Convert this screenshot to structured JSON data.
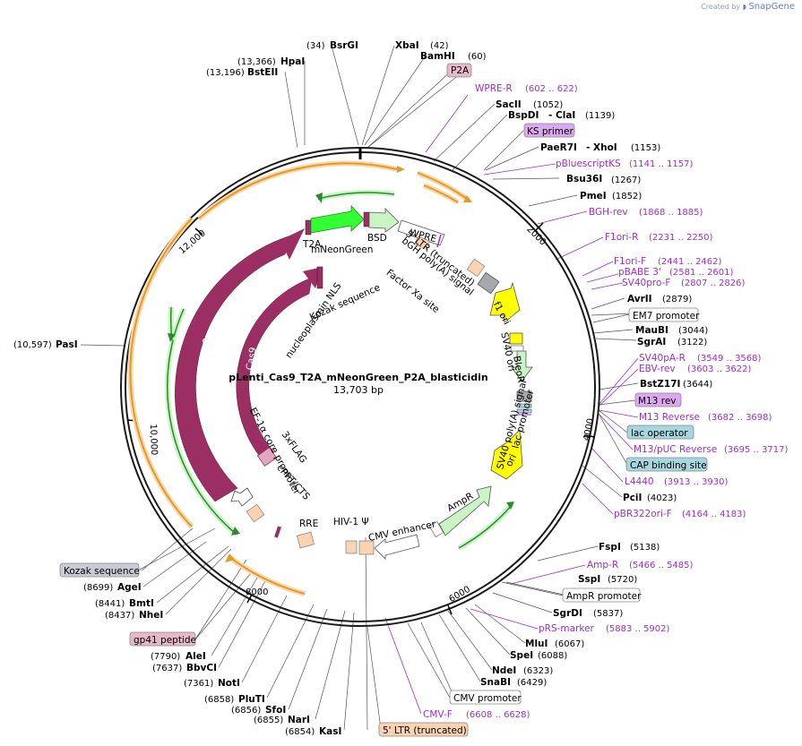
{
  "brand": {
    "prefix": "Created by",
    "name": "SnapGene"
  },
  "plasmid": {
    "name": "pLenti_Cas9_T2A_mNeonGreen_P2A_blasticidin",
    "size_label": "13,703 bp",
    "length": 13703
  },
  "ticks": [
    "2000",
    "4000",
    "6000",
    "8000",
    "10,000",
    "12,000"
  ],
  "sites_right": [
    {
      "name": "BsrGI",
      "pos": "(34)"
    },
    {
      "name": "XbaI",
      "pos": "(42)"
    },
    {
      "name": "BamHI",
      "pos": "(60)"
    },
    {
      "name": "SacII",
      "pos": "(1052)"
    },
    {
      "name": "BspDI",
      "pos": "(1139)"
    },
    {
      "name": "- ClaI",
      "pos": ""
    },
    {
      "name": "PaeR7I",
      "pos": "(1153)"
    },
    {
      "name": "- XhoI",
      "pos": ""
    },
    {
      "name": "Bsu36I",
      "pos": "(1267)"
    },
    {
      "name": "PmeI",
      "pos": "(1852)"
    },
    {
      "name": "AvrII",
      "pos": "(2879)"
    },
    {
      "name": "MauBI",
      "pos": "(3044)"
    },
    {
      "name": "SgrAI",
      "pos": "(3122)"
    },
    {
      "name": "BstZ17I",
      "pos": "(3644)"
    },
    {
      "name": "PciI",
      "pos": "(4023)"
    },
    {
      "name": "FspI",
      "pos": "(5138)"
    },
    {
      "name": "SspI",
      "pos": "(5720)"
    },
    {
      "name": "SgrDI",
      "pos": "(5837)"
    },
    {
      "name": "MluI",
      "pos": "(6067)"
    },
    {
      "name": "SpeI",
      "pos": "(6088)"
    },
    {
      "name": "NdeI",
      "pos": "(6323)"
    },
    {
      "name": "SnaBI",
      "pos": "(6429)"
    }
  ],
  "sites_left": [
    {
      "name": "HpaI",
      "pos": "(13,366)"
    },
    {
      "name": "BstEII",
      "pos": "(13,196)"
    },
    {
      "name": "PasI",
      "pos": "(10,597)"
    },
    {
      "name": "AgeI",
      "pos": "(8699)"
    },
    {
      "name": "BmtI",
      "pos": "(8441)"
    },
    {
      "name": "NheI",
      "pos": "(8437)"
    },
    {
      "name": "AleI",
      "pos": "(7790)"
    },
    {
      "name": "BbvCI",
      "pos": "(7637)"
    },
    {
      "name": "NotI",
      "pos": "(7361)"
    },
    {
      "name": "PluTI",
      "pos": "(6858)"
    },
    {
      "name": "SfoI",
      "pos": "(6856)"
    },
    {
      "name": "NarI",
      "pos": "(6855)"
    },
    {
      "name": "KasI",
      "pos": "(6854)"
    }
  ],
  "primers": [
    {
      "name": "WPRE-R",
      "pos": "(602 .. 622)"
    },
    {
      "name": "pBluescriptKS",
      "pos": "(1141 .. 1157)"
    },
    {
      "name": "BGH-rev",
      "pos": "(1868 .. 1885)"
    },
    {
      "name": "F1ori-R",
      "pos": "(2231 .. 2250)"
    },
    {
      "name": "F1ori-F",
      "pos": "(2441 .. 2462)"
    },
    {
      "name": "pBABE 3'",
      "pos": "(2581 .. 2601)"
    },
    {
      "name": "SV40pro-F",
      "pos": "(2807 .. 2826)"
    },
    {
      "name": "SV40pA-R",
      "pos": "(3549 .. 3568)"
    },
    {
      "name": "EBV-rev",
      "pos": "(3603 .. 3622)"
    },
    {
      "name": "M13 Reverse",
      "pos": "(3682 .. 3698)"
    },
    {
      "name": "M13/pUC Reverse",
      "pos": "(3695 .. 3717)"
    },
    {
      "name": "L4440",
      "pos": "(3913 .. 3930)"
    },
    {
      "name": "pBR322ori-F",
      "pos": "(4164 .. 4183)"
    },
    {
      "name": "Amp-R",
      "pos": "(5466 .. 5485)"
    },
    {
      "name": "pRS-marker",
      "pos": "(5883 .. 5902)"
    },
    {
      "name": "CMV-F",
      "pos": "(6608 .. 6628)"
    }
  ],
  "boxed": [
    {
      "name": "P2A",
      "color": "#e6b8c9"
    },
    {
      "name": "KS primer",
      "color": "#dca8f0"
    },
    {
      "name": "EM7 promoter",
      "color": "#ffffff"
    },
    {
      "name": "M13 rev",
      "color": "#dca8f0"
    },
    {
      "name": "lac operator",
      "color": "#a6d6e0"
    },
    {
      "name": "CAP binding site",
      "color": "#a6d6e0"
    },
    {
      "name": "AmpR promoter",
      "color": "#ffffff"
    },
    {
      "name": "CMV promoter",
      "color": "#ffffff"
    },
    {
      "name": "5' LTR (truncated)",
      "color": "#fbd3b0"
    },
    {
      "name": "Kozak sequence",
      "color": "#c8cbd2"
    },
    {
      "name": "gp41 peptide",
      "color": "#e6b8c9"
    }
  ],
  "features": {
    "t2a": "T2A",
    "mneongreen": "mNeonGreen",
    "bsd": "BSD",
    "wpre": "WPRE",
    "ltr_trunc": "5' LTR (truncated)",
    "bgh": "bGH poly(A) signal",
    "factor_xa": "Factor Xa site",
    "kozak": "Kozak sequence",
    "nls": "nucleoplasmin NLS",
    "cas9_outer": "Cas9",
    "cas9_inner": "Cas9",
    "f1ori": "f1 ori",
    "sv40ori": "SV40 ori",
    "bleor": "BleoR",
    "sv40polya": "SV40 poly(A) signal",
    "lacpromoter": "lac promoter",
    "ori": "ori",
    "ampr": "AmpR",
    "cmvenh": "CMV enhancer",
    "hiv": "HIV-1 Ψ",
    "rre": "RRE",
    "cppt": "cPPT/CTS",
    "ef1a": "EF-1α core promoter",
    "flag": "3xFLAG"
  },
  "colors": {
    "cas9": "#9b2f63",
    "neon": "#33ff33",
    "pale_green": "#c9f5c4",
    "yellow": "#ffff00",
    "orange": "#e39a2c",
    "orange_halo": "#fbd8a8",
    "gray": "#a6a8ab",
    "primer": "#9b30c6",
    "peach": "#fbd3b0"
  }
}
